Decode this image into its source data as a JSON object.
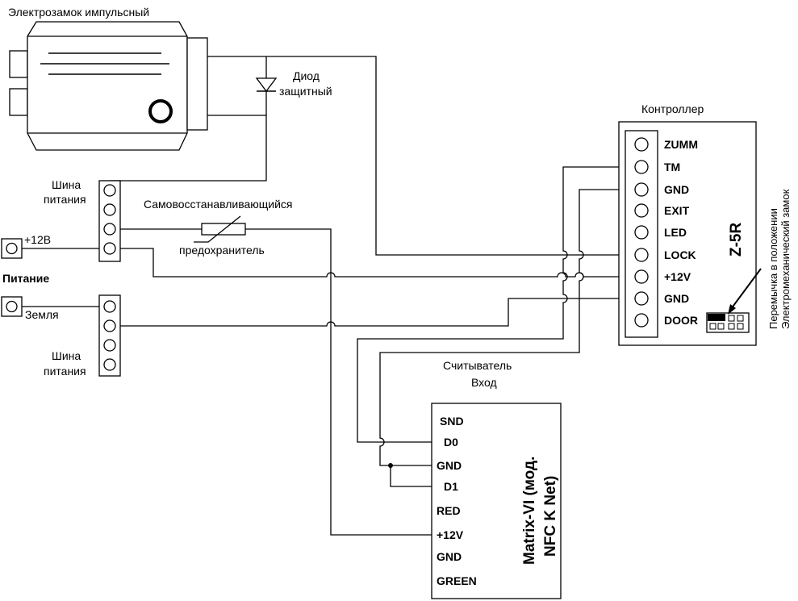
{
  "lock": {
    "title": "Электрозамок импульсный"
  },
  "diode": {
    "line1": "Диод",
    "line2": "защитный"
  },
  "controller": {
    "title": "Контроллер",
    "model": "Z-5R",
    "pins": [
      "ZUMM",
      "TM",
      "GND",
      "EXIT",
      "LED",
      "LOCK",
      "+12V",
      "GND",
      "DOOR"
    ],
    "jumper_line1": "Перемычка в положении",
    "jumper_line2": "Электромеханический замок"
  },
  "bus_top": {
    "line1": "Шина",
    "line2": "питания"
  },
  "bus_bottom": {
    "line1": "Шина",
    "line2": "питания"
  },
  "fuse": {
    "line1": "Самовосстанавливающийся",
    "line2": "предохранитель"
  },
  "power": {
    "plus_label": "+12В",
    "title": "Питание",
    "ground_label": "Земля"
  },
  "reader": {
    "title_line1": "Считыватель",
    "title_line2": "Вход",
    "model_line1": "Matrix-VI (мод.",
    "model_line2": "NFC K Net)",
    "pins": [
      "SND",
      "D0",
      "GND",
      "D1",
      "RED",
      "+12V",
      "GND",
      "GREEN"
    ]
  }
}
